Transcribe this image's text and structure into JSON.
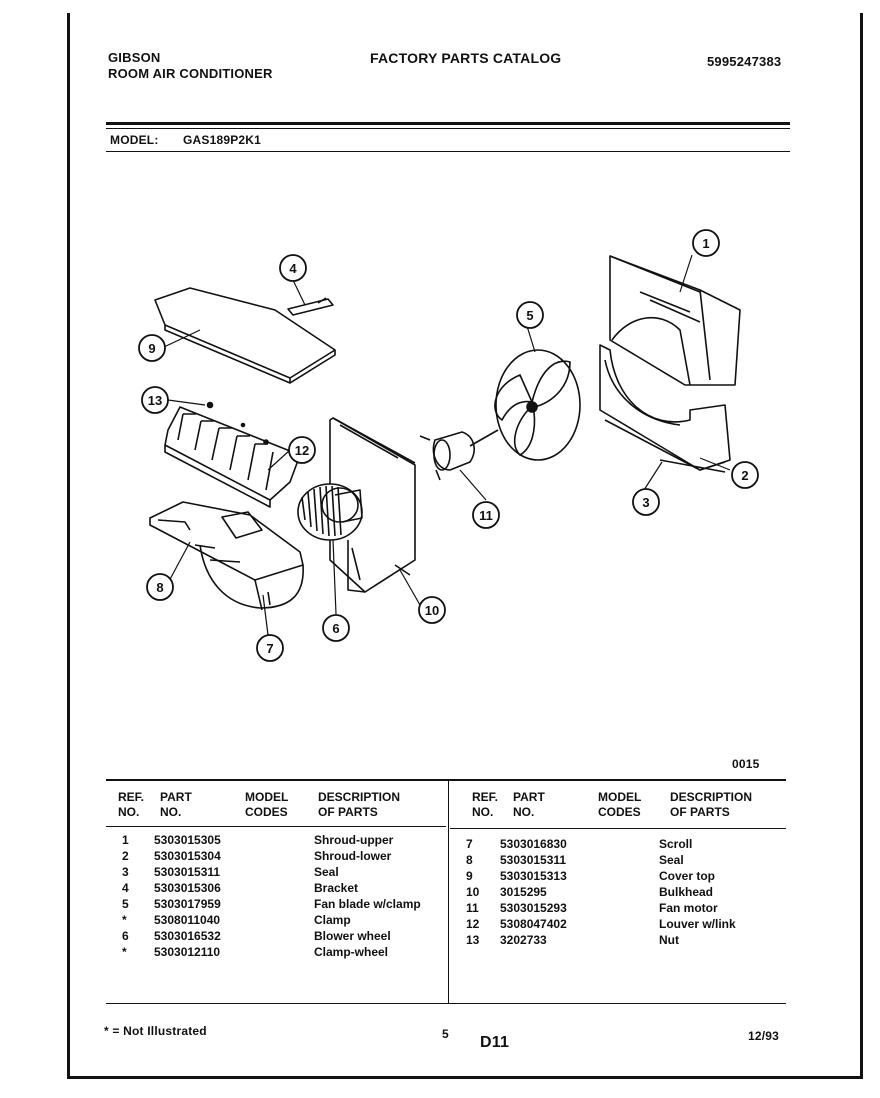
{
  "header": {
    "brand": "GIBSON",
    "product": "ROOM AIR CONDITIONER",
    "catalog_title": "FACTORY PARTS CATALOG",
    "catalog_number": "5995247383",
    "model_label": "MODEL:",
    "model_value": "GAS189P2K1"
  },
  "diagram": {
    "callouts": [
      "1",
      "2",
      "3",
      "4",
      "5",
      "6",
      "7",
      "8",
      "9",
      "10",
      "11",
      "12",
      "13"
    ],
    "figure_code": "0015"
  },
  "table": {
    "headers": {
      "ref_line1": "REF.",
      "ref_line2": "NO.",
      "part_line1": "PART",
      "part_line2": "NO.",
      "model_line1": "MODEL",
      "model_line2": "CODES",
      "desc_line1": "DESCRIPTION",
      "desc_line2": "OF PARTS"
    },
    "left_rows": [
      {
        "ref": "1",
        "part": "5303015305",
        "desc": "Shroud-upper"
      },
      {
        "ref": "2",
        "part": "5303015304",
        "desc": "Shroud-lower"
      },
      {
        "ref": "3",
        "part": "5303015311",
        "desc": "Seal"
      },
      {
        "ref": "4",
        "part": "5303015306",
        "desc": "Bracket"
      },
      {
        "ref": "5",
        "part": "5303017959",
        "desc": "Fan blade w/clamp"
      },
      {
        "ref": "*",
        "part": "5308011040",
        "desc": "Clamp"
      },
      {
        "ref": "6",
        "part": "5303016532",
        "desc": "Blower wheel"
      },
      {
        "ref": "*",
        "part": "5303012110",
        "desc": "Clamp-wheel"
      }
    ],
    "right_rows": [
      {
        "ref": "7",
        "part": "5303016830",
        "desc": "Scroll"
      },
      {
        "ref": "8",
        "part": "5303015311",
        "desc": "Seal"
      },
      {
        "ref": "9",
        "part": "5303015313",
        "desc": "Cover top"
      },
      {
        "ref": "10",
        "part": "3015295",
        "desc": "Bulkhead"
      },
      {
        "ref": "11",
        "part": "5303015293",
        "desc": "Fan motor"
      },
      {
        "ref": "12",
        "part": "5308047402",
        "desc": "Louver w/link"
      },
      {
        "ref": "13",
        "part": "3202733",
        "desc": "Nut"
      }
    ]
  },
  "footer": {
    "note": "* = Not Illustrated",
    "page_number": "5",
    "section_code": "D11",
    "date": "12/93"
  }
}
